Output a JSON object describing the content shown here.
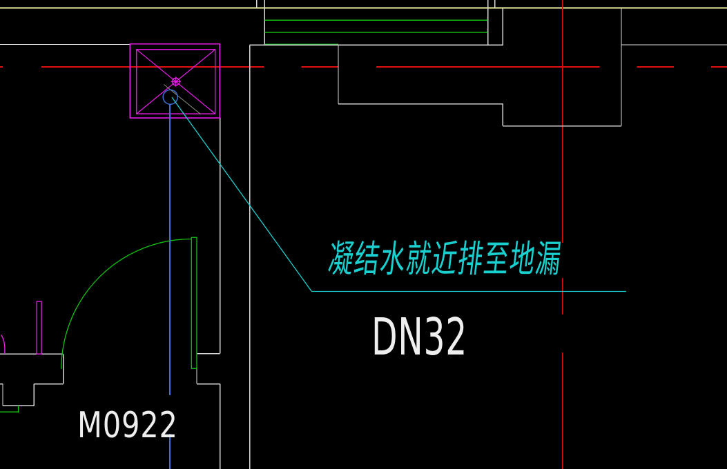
{
  "app": {
    "type": "cad-floor-plan-viewport",
    "description": "Black-background CAD plan view fragment with walls, axis centerlines, a ceiling fan-coil unit, condensate pipe and a door"
  },
  "annotations": {
    "condensate_note": {
      "text": "凝结水就近排至地漏",
      "color": "#19cfcf"
    },
    "pipe_size_label": {
      "text": "DN32",
      "color": "#efefef"
    },
    "door_label": {
      "text": "M0922",
      "color": "#efefef"
    }
  },
  "colors": {
    "background": "#000000",
    "wall_lines": "#d9d9d9",
    "axis_centerlines": "#e01010",
    "equipment_magenta": "#ea1cea",
    "door_duct_green": "#12c112",
    "condensate_pipe_blue": "#3f6fd8",
    "leader_note_cyan": "#19cfcf",
    "beam_line_yellow": "#f2f2a0",
    "hidden_line_gray": "#90907e"
  },
  "symbols": {
    "fan_coil_unit": "magenta double rectangle with X diagonals and center target mark",
    "drain_connection": "blue circle with vertical condensate pipe dropping to floor drain",
    "door_swing": "green quarter-circle arc with door leaf, labeled M0922",
    "leader": "cyan leader line from drain to underlined Chinese note"
  }
}
